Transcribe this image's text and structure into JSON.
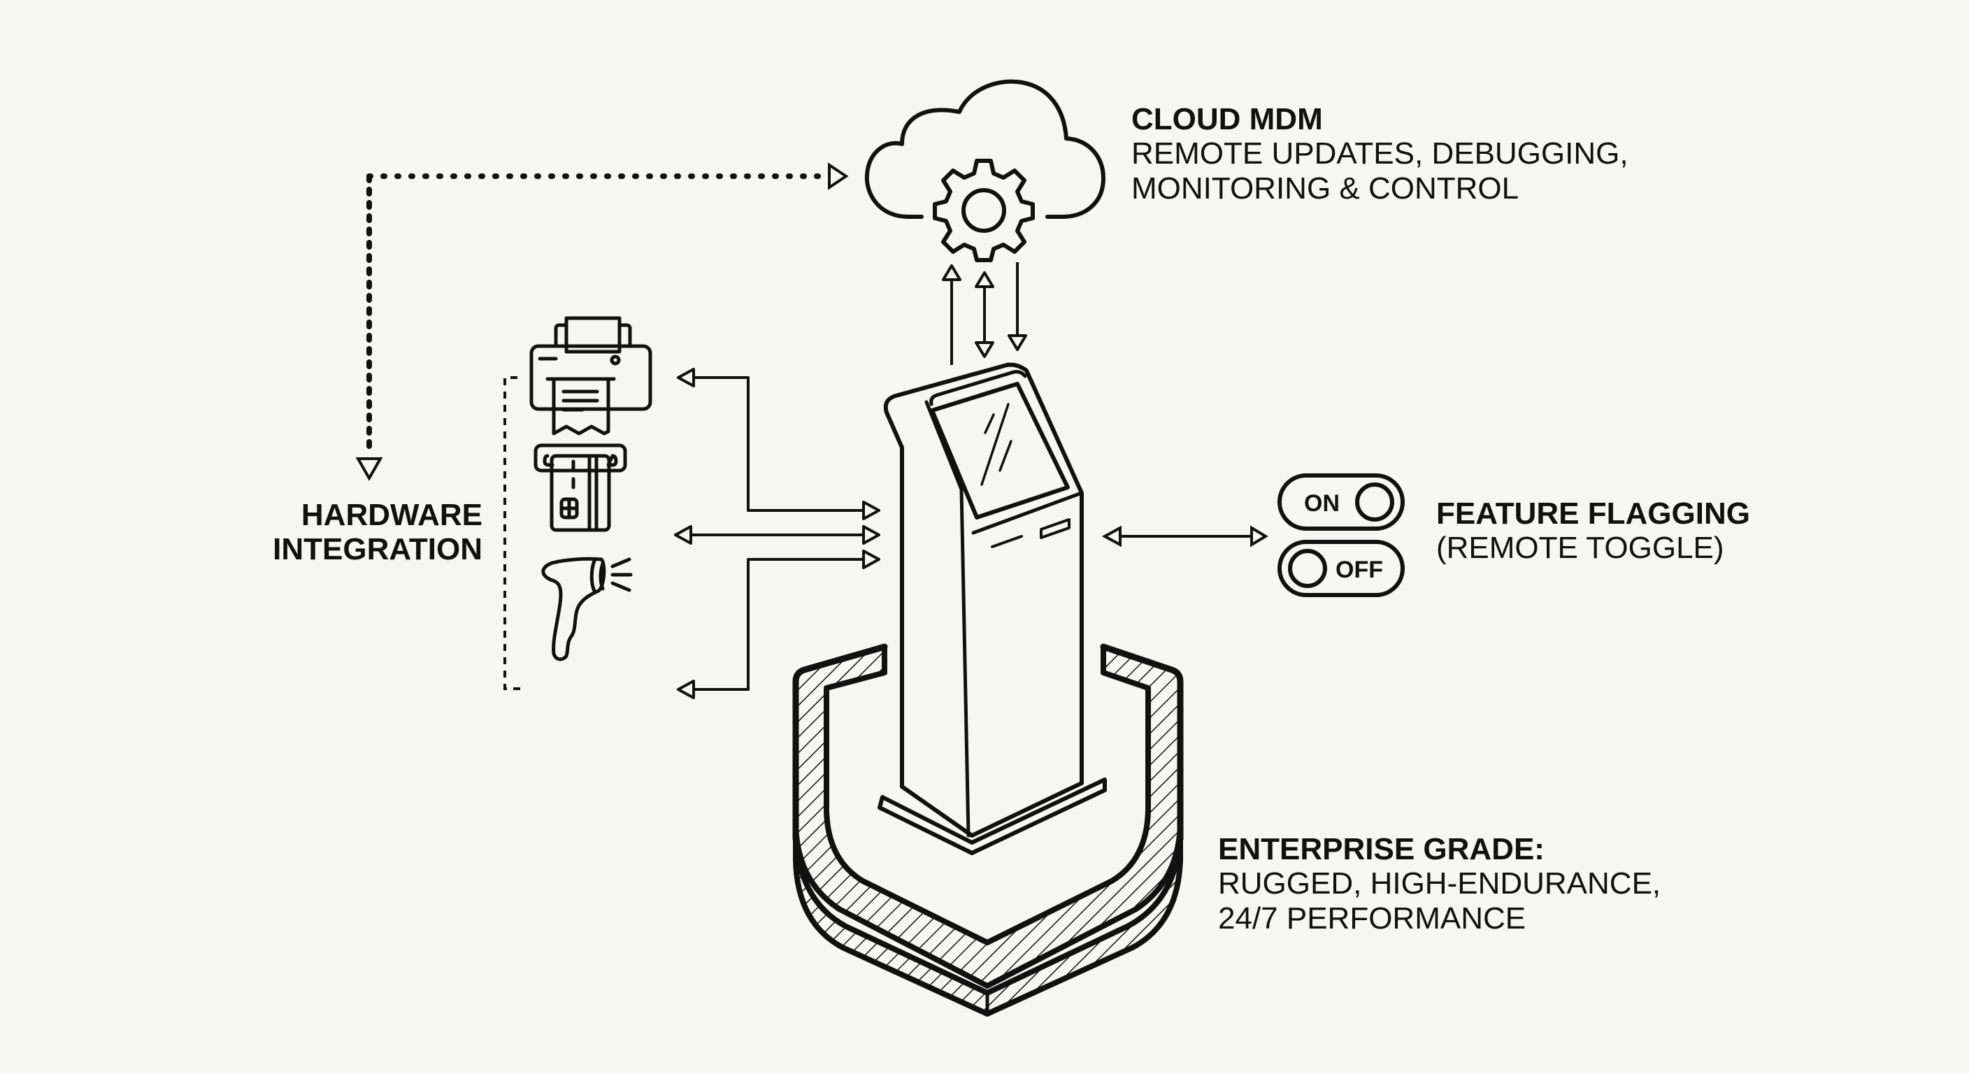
{
  "diagram": {
    "nodes": {
      "cloud": {
        "title": "CLOUD MDM",
        "lines": [
          "REMOTE UPDATES, DEBUGGING,",
          "MONITORING & CONTROL"
        ],
        "icon": "cloud-gear-icon"
      },
      "hardware": {
        "title_lines": [
          "HARDWARE",
          "INTEGRATION"
        ],
        "devices": [
          {
            "name": "receipt-printer",
            "icon": "printer-icon"
          },
          {
            "name": "card-reader",
            "icon": "credit-card-reader-icon"
          },
          {
            "name": "barcode-scanner",
            "icon": "barcode-scanner-icon"
          }
        ]
      },
      "feature": {
        "title": "FEATURE FLAGGING",
        "subtitle": "(REMOTE TOGGLE)",
        "toggles": [
          {
            "label": "ON",
            "state": "on"
          },
          {
            "label": "OFF",
            "state": "off"
          }
        ]
      },
      "enterprise": {
        "title": "ENTERPRISE GRADE:",
        "lines": [
          "RUGGED, HIGH-ENDURANCE,",
          "24/7 PERFORMANCE"
        ],
        "icon": "shield-icon"
      },
      "kiosk": {
        "icon": "kiosk-icon"
      }
    },
    "edges": [
      {
        "from": "hardware",
        "to": "cloud",
        "style": "dotted",
        "direction": "bidirectional"
      },
      {
        "from": "kiosk",
        "to": "cloud",
        "style": "solid",
        "direction": "up"
      },
      {
        "from": "kiosk",
        "to": "cloud",
        "style": "solid",
        "direction": "bidirectional"
      },
      {
        "from": "cloud",
        "to": "kiosk",
        "style": "solid",
        "direction": "down"
      },
      {
        "from": "kiosk",
        "to": "receipt-printer",
        "style": "solid",
        "direction": "bidirectional"
      },
      {
        "from": "kiosk",
        "to": "card-reader",
        "style": "solid",
        "direction": "bidirectional"
      },
      {
        "from": "kiosk",
        "to": "barcode-scanner",
        "style": "solid",
        "direction": "bidirectional"
      },
      {
        "from": "kiosk",
        "to": "feature",
        "style": "solid",
        "direction": "bidirectional"
      }
    ],
    "colors": {
      "background": "#f6f6f4",
      "ink": "#111111"
    }
  }
}
